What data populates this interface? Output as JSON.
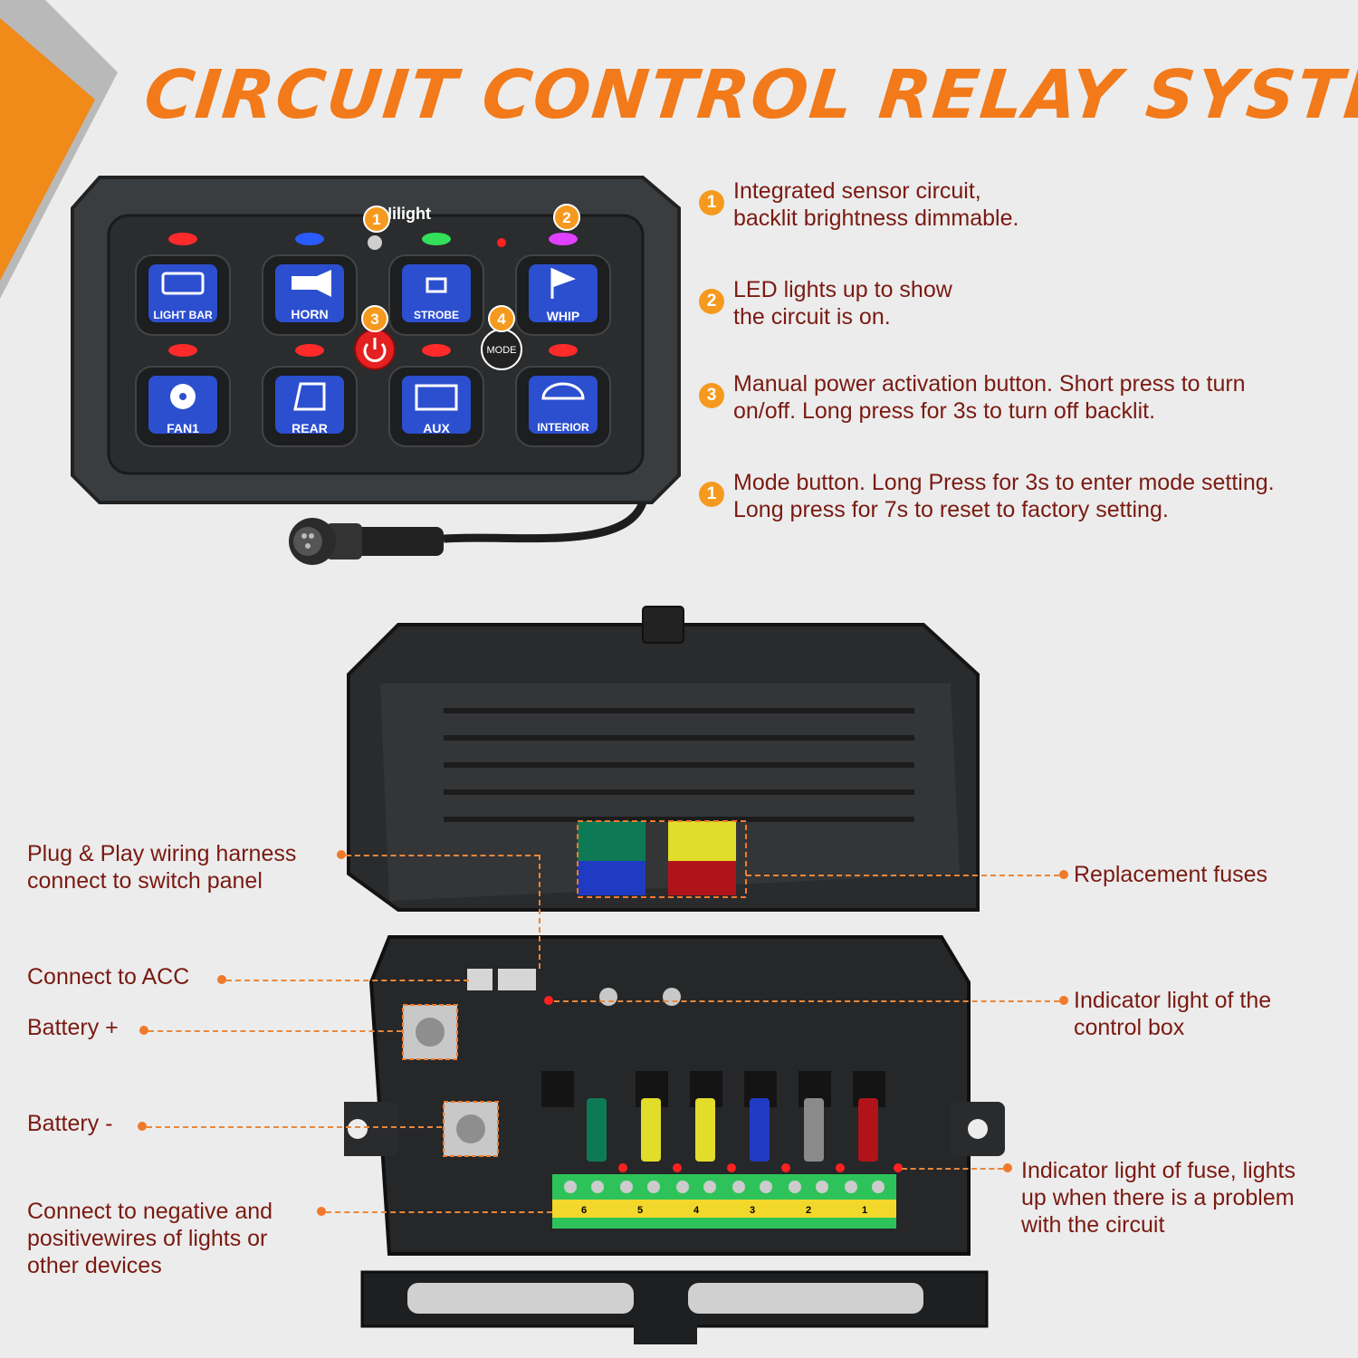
{
  "title": "CIRCUIT CONTROL RELAY SYSTEM",
  "brand": "Nilight",
  "panel": {
    "buttons": [
      "LIGHT BAR",
      "HORN",
      "STROBE",
      "WHIP",
      "FAN1",
      "REAR",
      "AUX",
      "INTERIOR"
    ],
    "mode_label": "MODE",
    "markers": [
      "1",
      "2",
      "3",
      "4"
    ]
  },
  "features": [
    {
      "badge": "1",
      "text_1": "Integrated sensor circuit,",
      "text_2": "backlit brightness dimmable."
    },
    {
      "badge": "2",
      "text_1": "LED lights up to show",
      "text_2": "the circuit is on."
    },
    {
      "badge": "3",
      "text_1": "Manual power activation button. Short press to turn",
      "text_2": "on/off. Long press for 3s to turn off backlit."
    },
    {
      "badge": "1",
      "text_1": "Mode button. Long Press for 3s to enter mode setting.",
      "text_2": "Long press for 7s to reset to factory setting."
    }
  ],
  "labels": {
    "plug_1": "Plug & Play wiring harness",
    "plug_2": "connect to switch panel",
    "acc": "Connect to ACC",
    "bat_pos": "Battery +",
    "bat_neg": "Battery -",
    "wires_1": "Connect to negative and",
    "wires_2": "positivewires of lights or",
    "wires_3": "other devices",
    "fuses": "Replacement fuses",
    "ind_box_1": "Indicator light of the",
    "ind_box_2": "control box",
    "ind_fuse_1": "Indicator light of fuse, lights",
    "ind_fuse_2": "up when there is a problem",
    "ind_fuse_3": "with the circuit"
  },
  "terminals": [
    "6",
    "5",
    "4",
    "3",
    "2",
    "1"
  ],
  "colors": {
    "accent": "#f27a1a",
    "text": "#7a1a12",
    "button": "#1a3ea8"
  }
}
